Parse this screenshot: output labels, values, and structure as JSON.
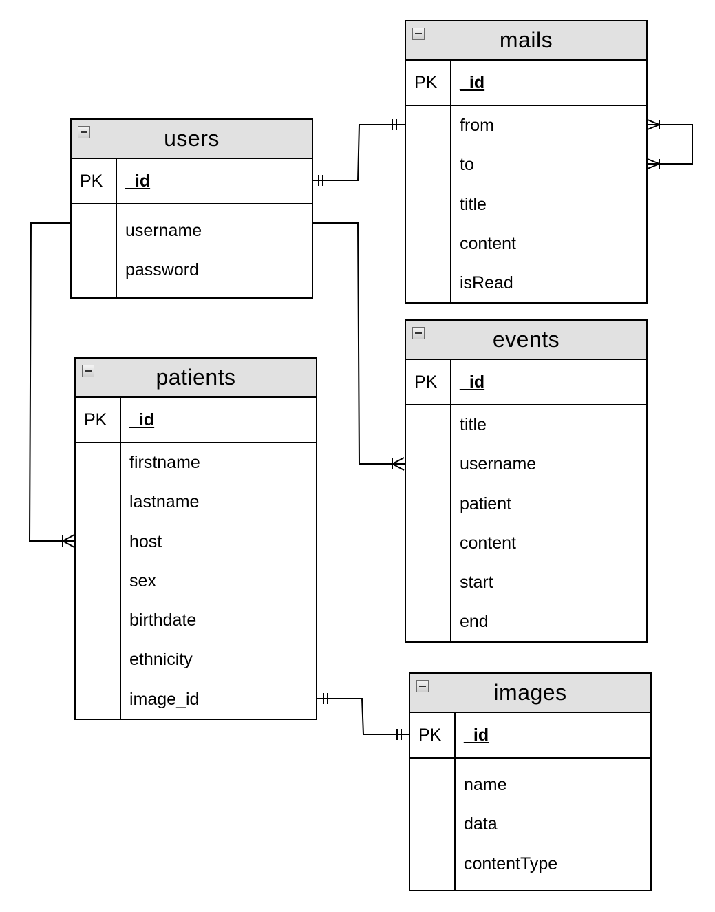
{
  "entities": {
    "users": {
      "title": "users",
      "pk_label": "PK",
      "pk_field": "_id",
      "fields": [
        "username",
        "password"
      ]
    },
    "mails": {
      "title": "mails",
      "pk_label": "PK",
      "pk_field": "_id",
      "fields": [
        "from",
        "to",
        "title",
        "content",
        "isRead"
      ]
    },
    "events": {
      "title": "events",
      "pk_label": "PK",
      "pk_field": "_id",
      "fields": [
        "title",
        "username",
        "patient",
        "content",
        "start",
        "end"
      ]
    },
    "patients": {
      "title": "patients",
      "pk_label": "PK",
      "pk_field": "_id",
      "fields": [
        "firstname",
        "lastname",
        "host",
        "sex",
        "birthdate",
        "ethnicity",
        "image_id"
      ]
    },
    "images": {
      "title": "images",
      "pk_label": "PK",
      "pk_field": "_id",
      "fields": [
        "name",
        "data",
        "contentType"
      ]
    }
  },
  "relationships": [
    {
      "from": "users._id",
      "to": "mails.from",
      "from_cardinality": "one-and-only-one",
      "to_cardinality": "one-and-only-one"
    },
    {
      "from": "mails.from",
      "to": "mails.to",
      "from_cardinality": "one-or-many",
      "to_cardinality": "one-or-many"
    },
    {
      "from": "users.username",
      "to": "events.username",
      "from_cardinality": "none",
      "to_cardinality": "one-or-many"
    },
    {
      "from": "users.username",
      "to": "patients.host",
      "from_cardinality": "none",
      "to_cardinality": "one-or-many"
    },
    {
      "from": "patients.image_id",
      "to": "images._id",
      "from_cardinality": "one-and-only-one",
      "to_cardinality": "one-and-only-one"
    }
  ],
  "colors": {
    "header_fill": "#e1e1e1",
    "border": "#000000",
    "background": "#ffffff"
  }
}
